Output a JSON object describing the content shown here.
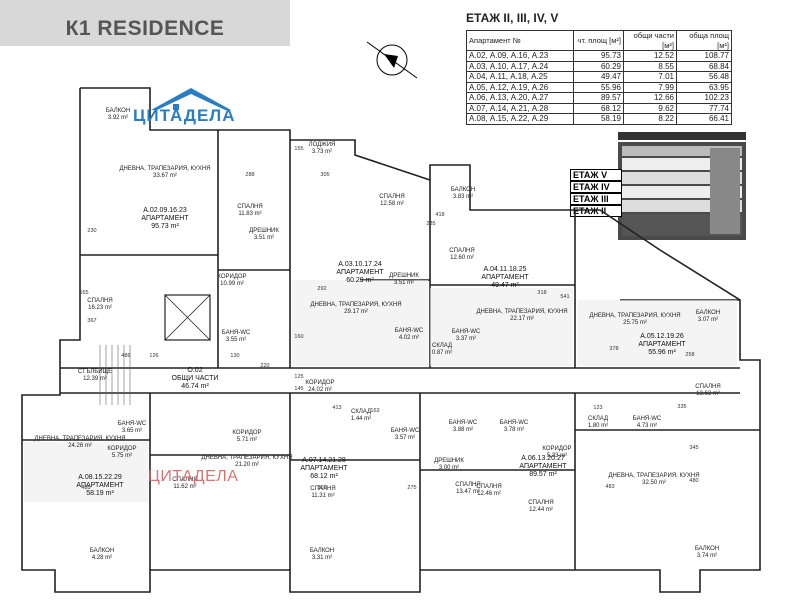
{
  "title": "К1 RESIDENCE",
  "logo_text": "ЦИТАДЕЛА",
  "watermark": "ЦИТАДЕЛА",
  "floor_label": "ЕТАЖ II, III, IV, V",
  "table": {
    "headers": [
      "Апартамент №",
      "чт. площ [м²]",
      "общи части [м²]",
      "обща площ [м²]"
    ],
    "rows": [
      [
        "А.02, А.09, А.16, А.23",
        "95.73",
        "12.52",
        "108.77"
      ],
      [
        "А.03, А.10, А.17, А.24",
        "60.29",
        "8.55",
        "68.84"
      ],
      [
        "А.04, А.11, А.18, А.25",
        "49.47",
        "7.01",
        "56.48"
      ],
      [
        "А.05, А.12, А.19, А.26",
        "55.96",
        "7.99",
        "63.95"
      ],
      [
        "А.06, А.13, А.20, А.27",
        "89.57",
        "12.66",
        "102.23"
      ],
      [
        "А.07, А.14, А.21, А.28",
        "68.12",
        "9.62",
        "77.74"
      ],
      [
        "А.08, А.15, А.22, А.29",
        "58.19",
        "8.22",
        "66.41"
      ]
    ]
  },
  "floors": [
    "ЕТАЖ V",
    "ЕТАЖ IV",
    "ЕТАЖ III",
    "ЕТАЖ II"
  ],
  "apartments": [
    {
      "code": "А.02.09.16.23",
      "label": "АПАРТАМЕНТ",
      "area": "95.73 m²"
    },
    {
      "code": "А.03.10.17.24",
      "label": "АПАРТАМЕНТ",
      "area": "60.29 m²"
    },
    {
      "code": "А.04.11.18.25",
      "label": "АПАРТАМЕНТ",
      "area": "49.47 m²"
    },
    {
      "code": "А.05.12.19.26",
      "label": "АПАРТАМЕНТ",
      "area": "55.96 m²"
    },
    {
      "code": "А.06.13.20.27",
      "label": "АПАРТАМЕНТ",
      "area": "89.57 m²"
    },
    {
      "code": "А.07.14.21.28",
      "label": "АПАРТАМЕНТ",
      "area": "68.12 m²"
    },
    {
      "code": "А.08.15.22.29",
      "label": "АПАРТАМЕНТ",
      "area": "58.19 m²"
    }
  ],
  "common": {
    "code": "О.02",
    "label": "ОБЩИ ЧАСТИ",
    "area": "46.74 m²"
  },
  "rooms": [
    {
      "name": "БАЛКОН",
      "area": "3.92 m²"
    },
    {
      "name": "ДНЕВНА, ТРАПЕЗАРИЯ, КУХНЯ",
      "area": "33.67 m²"
    },
    {
      "name": "СПАЛНЯ",
      "area": "11.83 m²"
    },
    {
      "name": "ДРЕШНИК",
      "area": "3.51 m²"
    },
    {
      "name": "КОРИДОР",
      "area": "10.99 m²"
    },
    {
      "name": "СПАЛНЯ",
      "area": "16.23 m²"
    },
    {
      "name": "БАНЯ-WC",
      "area": "3.55 m²"
    },
    {
      "name": "ЛОДЖИЯ",
      "area": "3.73 m²"
    },
    {
      "name": "СПАЛНЯ",
      "area": "12.58 m²"
    },
    {
      "name": "ДРЕШНИК",
      "area": "3.51 m²"
    },
    {
      "name": "ДНЕВНА, ТРАПЕЗАРИЯ, КУХНЯ",
      "area": "29.17 m²"
    },
    {
      "name": "БАНЯ-WC",
      "area": "4.02 m²"
    },
    {
      "name": "БАЛКОН",
      "area": "3.83 m²"
    },
    {
      "name": "СПАЛНЯ",
      "area": "12.60 m²"
    },
    {
      "name": "ДНЕВНА, ТРАПЕЗАРИЯ, КУХНЯ",
      "area": "22.17 m²"
    },
    {
      "name": "БАНЯ-WC",
      "area": "3.37 m²"
    },
    {
      "name": "СКЛАД",
      "area": "0.87 m²"
    },
    {
      "name": "ДНЕВНА, ТРАПЕЗАРИЯ, КУХНЯ",
      "area": "25.75 m²"
    },
    {
      "name": "БАЛКОН",
      "area": "3.07 m²"
    },
    {
      "name": "СПАЛНЯ",
      "area": "13.63 m²"
    },
    {
      "name": "СКЛАД",
      "area": "1.80 m²"
    },
    {
      "name": "БАНЯ-WC",
      "area": "4.73 m²"
    },
    {
      "name": "КОРИДОР",
      "area": "24.02 m²"
    },
    {
      "name": "СТЪЛБИЩЕ",
      "area": "12.39 m²"
    },
    {
      "name": "БАНЯ-WC",
      "area": "3.65 m²"
    },
    {
      "name": "КОРИДОР",
      "area": "5.75 m²"
    },
    {
      "name": "ДНЕВНА, ТРАПЕЗАРИЯ, КУХНЯ",
      "area": "24.26 m²"
    },
    {
      "name": "СПАЛНЯ",
      "area": "11.62 m²"
    },
    {
      "name": "БАЛКОН",
      "area": "4.28 m²"
    },
    {
      "name": "КОРИДОР",
      "area": "5.71 m²"
    },
    {
      "name": "СКЛАД",
      "area": "1.44 m²"
    },
    {
      "name": "БАНЯ-WC",
      "area": "3.57 m²"
    },
    {
      "name": "ДНЕВНА, ТРАПЕЗАРИЯ, КУХНЯ",
      "area": "21.20 m²"
    },
    {
      "name": "СПАЛНЯ",
      "area": "11.31 m²"
    },
    {
      "name": "БАЛКОН",
      "area": "3.31 m²"
    },
    {
      "name": "БАНЯ-WC",
      "area": "3.88 m²"
    },
    {
      "name": "БАНЯ-WC",
      "area": "3.78 m²"
    },
    {
      "name": "ДРЕШНИК",
      "area": "3.00 m²"
    },
    {
      "name": "СПАЛНЯ",
      "area": "12.46 m²"
    },
    {
      "name": "СПАЛНЯ",
      "area": "13.47 m²"
    },
    {
      "name": "СПАЛНЯ",
      "area": "12.44 m²"
    },
    {
      "name": "КОРИДОР",
      "area": "5.33 m²"
    },
    {
      "name": "ДНЕВНА, ТРАПЕЗАРИЯ, КУХНЯ",
      "area": "32.50 m²"
    },
    {
      "name": "БАЛКОН",
      "area": "3.74 m²"
    }
  ],
  "dims": [
    "288",
    "305",
    "155",
    "418",
    "292",
    "230",
    "367",
    "555",
    "130",
    "126",
    "220",
    "160",
    "145",
    "486",
    "125",
    "413",
    "163",
    "318",
    "541",
    "485",
    "301",
    "275",
    "335",
    "378",
    "235",
    "258",
    "480",
    "483",
    "345",
    "123"
  ]
}
